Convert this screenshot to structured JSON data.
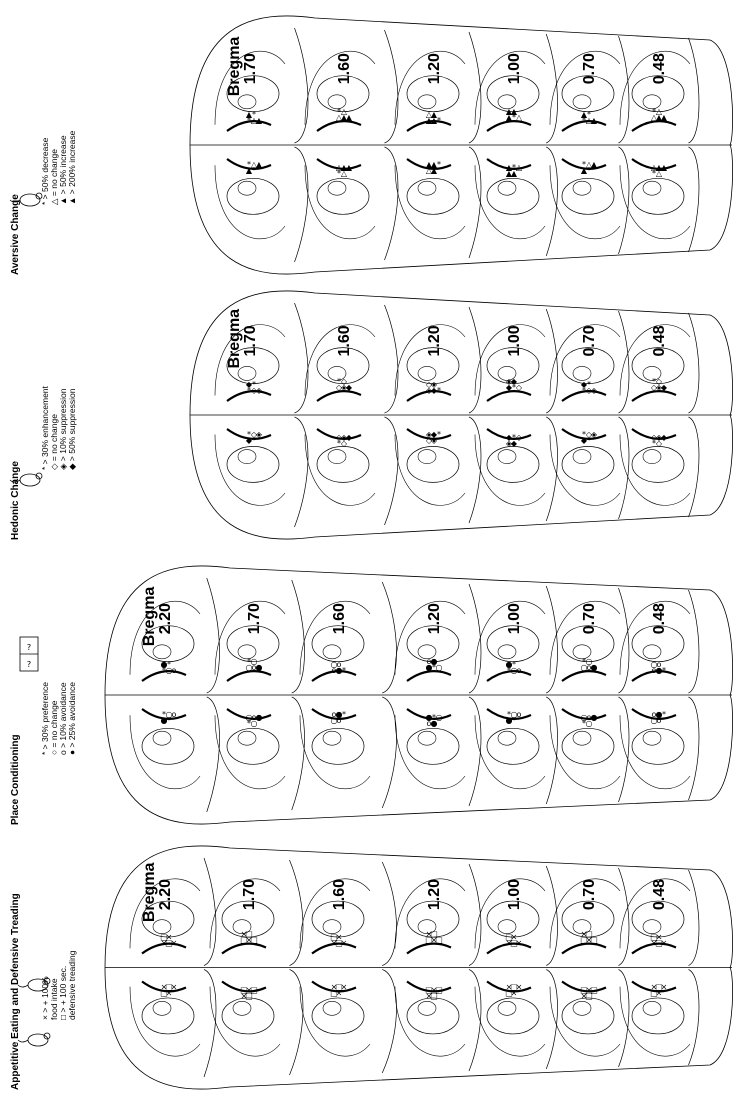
{
  "panels": [
    {
      "key": "appetitive",
      "title": "Appetitive Eating and Defensive Treading",
      "legend": [
        {
          "symbol": "×",
          "text": "> + 100%"
        },
        {
          "symbol": "",
          "text": "food intake"
        },
        {
          "symbol": "□",
          "text": "> + 100 sec."
        },
        {
          "symbol": "",
          "text": "defensive treading"
        }
      ],
      "bregma_label": "Bregma",
      "levels": [
        "2.20",
        "1.70",
        "1.60",
        "1.20",
        "1.00",
        "0.70",
        "0.48"
      ]
    },
    {
      "key": "place",
      "title": "Place Conditioning",
      "legend": [
        {
          "symbol": "*",
          "text": "> 30% preference"
        },
        {
          "symbol": "○",
          "text": "= no change"
        },
        {
          "symbol": "o",
          "text": "> 10% avoidance"
        },
        {
          "symbol": "●",
          "text": "> 25% avoidance"
        }
      ],
      "bregma_label": "Bregma",
      "levels": [
        "2.20",
        "1.70",
        "1.60",
        "1.20",
        "1.00",
        "0.70",
        "0.48"
      ]
    },
    {
      "key": "hedonic",
      "title": "Hedonic Change",
      "legend": [
        {
          "symbol": "*",
          "text": "> 30% enhancement"
        },
        {
          "symbol": "◇",
          "text": "= no change"
        },
        {
          "symbol": "◈",
          "text": "> 10% suppression"
        },
        {
          "symbol": "◆",
          "text": "> 50% suppression"
        }
      ],
      "bregma_label": "Bregma",
      "levels": [
        "1.70",
        "1.60",
        "1.20",
        "1.00",
        "0.70",
        "0.48"
      ]
    },
    {
      "key": "aversive",
      "title": "Aversive Change",
      "legend": [
        {
          "symbol": "*",
          "text": "> 50% decrease"
        },
        {
          "symbol": "△",
          "text": "= no change"
        },
        {
          "symbol": "▲",
          "text": "> 50% increase"
        },
        {
          "symbol": "▲",
          "text": "> 200% increase"
        }
      ],
      "bregma_label": "Bregma",
      "levels": [
        "1.70",
        "1.60",
        "1.20",
        "1.00",
        "0.70",
        "0.48"
      ]
    }
  ]
}
